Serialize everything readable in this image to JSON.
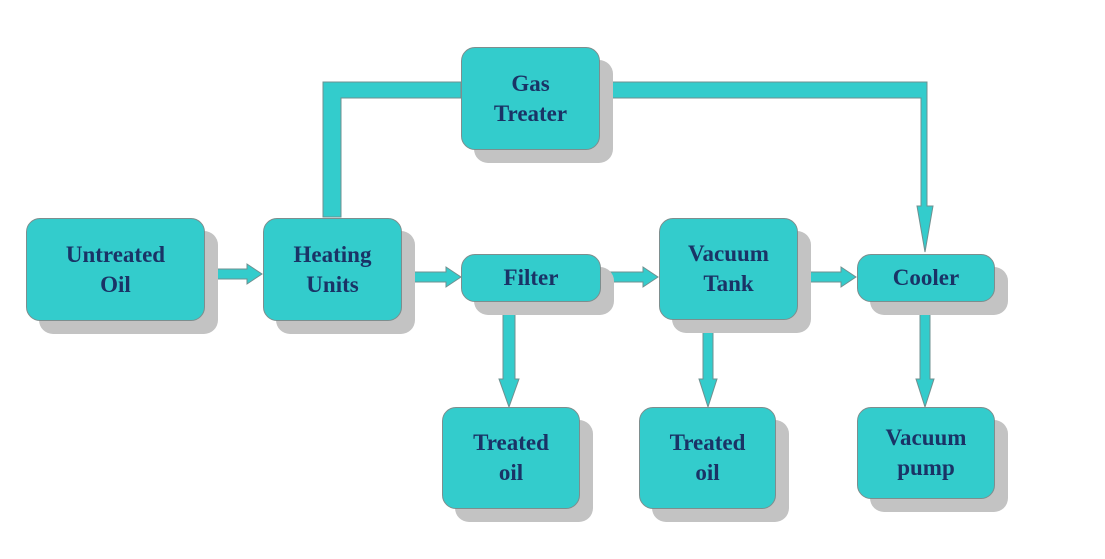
{
  "nodes": {
    "untreated_oil": {
      "line1": "Untreated",
      "line2": "Oil"
    },
    "heating_units": {
      "line1": "Heating",
      "line2": "Units"
    },
    "gas_treater": {
      "line1": "Gas",
      "line2": "Treater"
    },
    "filter": {
      "line1": "Filter"
    },
    "vacuum_tank": {
      "line1": "Vacuum",
      "line2": "Tank"
    },
    "cooler": {
      "line1": "Cooler"
    },
    "treated_oil_1": {
      "line1": "Treated",
      "line2": "oil"
    },
    "treated_oil_2": {
      "line1": "Treated",
      "line2": "oil"
    },
    "vacuum_pump": {
      "line1": "Vacuum",
      "line2": "pump"
    }
  },
  "edges": [
    {
      "from": "untreated_oil",
      "to": "heating_units"
    },
    {
      "from": "heating_units",
      "to": "filter"
    },
    {
      "from": "filter",
      "to": "vacuum_tank"
    },
    {
      "from": "vacuum_tank",
      "to": "cooler"
    },
    {
      "from": "heating_units",
      "to": "gas_treater"
    },
    {
      "from": "gas_treater",
      "to": "cooler"
    },
    {
      "from": "filter",
      "to": "treated_oil_1"
    },
    {
      "from": "vacuum_tank",
      "to": "treated_oil_2"
    },
    {
      "from": "cooler",
      "to": "vacuum_pump"
    }
  ],
  "colors": {
    "box_fill": "#33cccc",
    "text": "#1a3366",
    "connector": "#33cccc",
    "shadow": "#c3c3c3"
  }
}
